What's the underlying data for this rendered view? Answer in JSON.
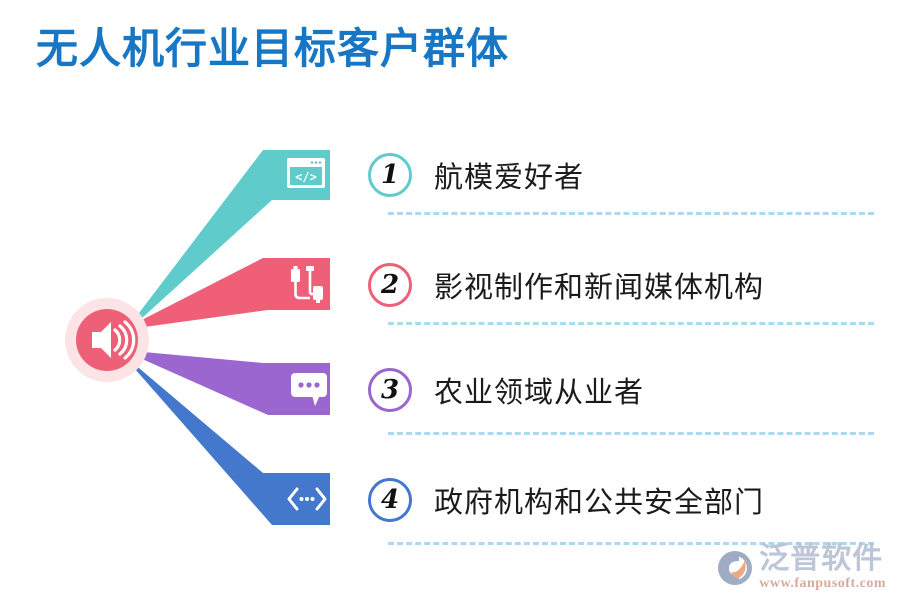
{
  "title": "无人机行业目标客户群体",
  "hub": {
    "icon": "speaker-icon",
    "fill_color": "#ED6077",
    "halo_color": "#FCE3E6"
  },
  "items": [
    {
      "number": "1",
      "label": "航模爱好者",
      "color": "#5FCCCB",
      "icon": "code-window-icon"
    },
    {
      "number": "2",
      "label": "影视制作和新闻媒体机构",
      "color": "#EF5F78",
      "icon": "usb-cable-icon"
    },
    {
      "number": "3",
      "label": "农业领域从业者",
      "color": "#9B66D0",
      "icon": "chat-bubble-icon"
    },
    {
      "number": "4",
      "label": "政府机构和公共安全部门",
      "color": "#4478CD",
      "icon": "code-arrows-icon"
    }
  ],
  "separator_color": "#A9DAF2",
  "title_color": "#1877C4",
  "watermark": {
    "brand": "泛普软件",
    "url": "www.fanpusoft.com",
    "logo": "fanpu-logo-icon",
    "brand_color": "#B9C3D4",
    "url_color": "#D8A59A"
  }
}
